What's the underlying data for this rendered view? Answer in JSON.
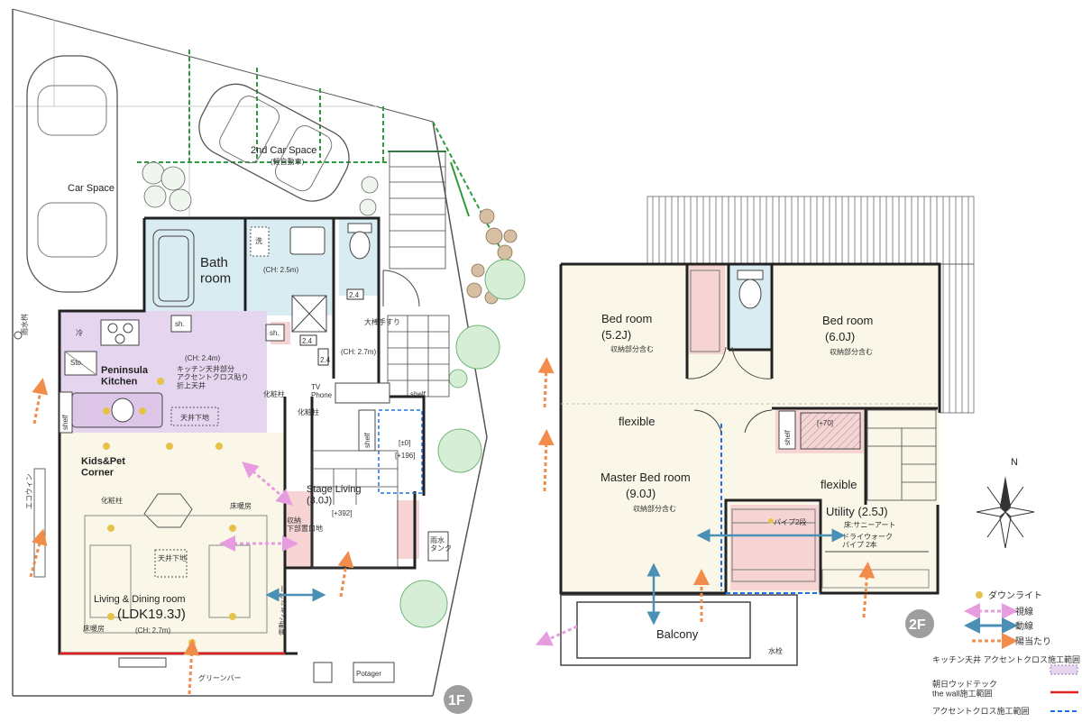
{
  "floor1": {
    "badge": "1F",
    "car_space": "Car Space",
    "car_space_2": "2nd Car Space",
    "car_space_2_note": "(軽自動車)",
    "bath_room": "Bath\nroom",
    "bath_ch": "(CH: 2.5m)",
    "wash": "洗",
    "hall_ch": "(CH: 2.7m)",
    "handrail": "大棒手すり",
    "size_24_a": "2.4",
    "size_24_b": "2.4",
    "size_24_c": "2.4",
    "sh_a": "sh.",
    "sh_b": "sh.",
    "cold": "冷",
    "sto": "Sto.",
    "kitchen": "Peninsula\nKitchen",
    "kitchen_ch": "(CH: 2.4m)",
    "kitchen_ceiling": "キッチン天井部分\nアクセントクロス貼り\n折上天井",
    "ceiling_bottom": "天井下地",
    "shelf_a": "shelf",
    "shelf_b": "shelf",
    "shelf_c": "shelf",
    "makeup_pillar_a": "化粧柱",
    "makeup_pillar_b": "化粧柱",
    "makeup_pillar_c": "化粧柱",
    "tv": "TV\nPhone",
    "kids": "Kids&Pet\nCorner",
    "stage": "Stage Living\n(3.0J)",
    "stage_level": "[+392]",
    "level_0": "[±0]",
    "level_196": "[+196]",
    "floor_heat": "床暖房",
    "floor_heat_b": "床暖房",
    "storage_under": "収納\n下部置口地",
    "ecowin": "エコウィン",
    "ceiling_under": "天井下地",
    "living": "Living & Dining room",
    "ldk": "(LDK19.3J)",
    "living_ch": "(CH: 2.7m)",
    "green_bar": "グリーンバー",
    "shutter": "電動シャッター",
    "potager": "Potager",
    "rain_tank": "雨水\nタンク",
    "rain_left": "雨水桝"
  },
  "floor2": {
    "badge": "2F",
    "bed1": "Bed room",
    "bed1_size": "(5.2J)",
    "bed1_note": "収納部分含む",
    "bed2": "Bed room",
    "bed2_size": "(6.0J)",
    "bed2_note": "収納部分含む",
    "flexible_a": "flexible",
    "flexible_b": "flexible",
    "master": "Master Bed room",
    "master_size": "(9.0J)",
    "master_note": "収納部分含む",
    "shelf": "shelf",
    "level_70": "[+70]",
    "utility": "Utility (2.5J)",
    "utility_note": "床:サニーアート",
    "dry_bar": "ドライウォーク\nパイプ 2本",
    "pipe": "パイプ2段",
    "balcony": "Balcony",
    "faucet": "水栓"
  },
  "legend": {
    "downlight": "ダウンライト",
    "sightline": "視線",
    "circulation": "動線",
    "sunlight": "陽当たり",
    "kitchen_cloth": "キッチン天井\nアクセントクロス施工範囲",
    "asahi_wall": "朝日ウッドテック\nthe wall施工範囲",
    "accent_cloth": "アクセントクロス施工範囲"
  },
  "compass": "N",
  "colors": {
    "wall": "#222222",
    "pink": "#f7d4d4",
    "lavender": "#e6d5ef",
    "lightblue": "#d9ecf2",
    "cream": "#fbf7e8",
    "green": "#2f9c3c",
    "downlight": "#e6c24a",
    "sunlight": "#f28c4a",
    "sightline": "#e79ce0",
    "circulation": "#4a8fb5",
    "redline": "#e02020",
    "blueline": "#1a73e8"
  }
}
